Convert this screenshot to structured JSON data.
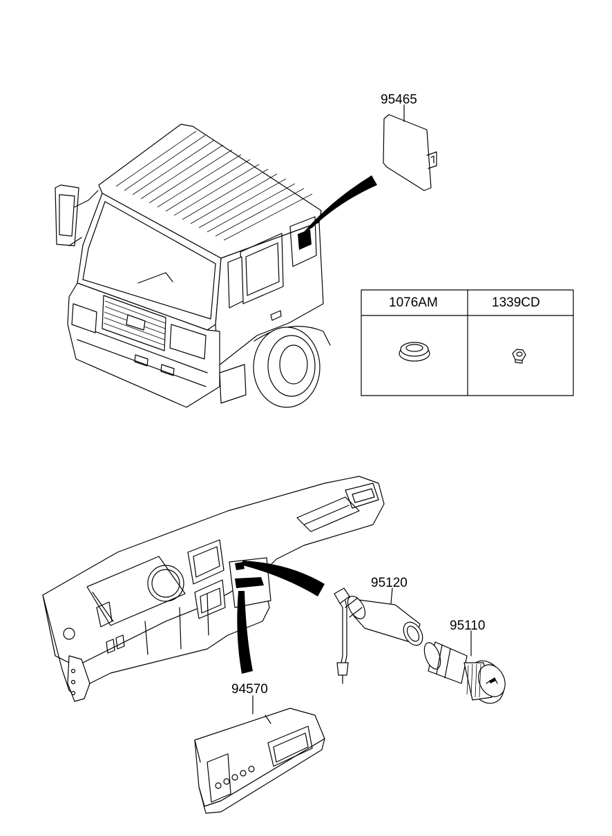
{
  "parts": {
    "p95465": "95465",
    "p95120": "95120",
    "p95110": "95110",
    "p94570": "94570"
  },
  "table": {
    "col1_header": "1076AM",
    "col2_header": "1339CD"
  },
  "icons": {
    "truck": "truck-cab-illustration",
    "dashboard": "dashboard-panel-illustration",
    "cover": "cover-plate-icon",
    "grommet": "grommet-icon",
    "nut": "nut-icon",
    "socket": "cigar-lighter-socket-icon",
    "lighter": "cigar-lighter-plug-icon",
    "switch": "switch-panel-icon"
  },
  "colors": {
    "ink": "#000000",
    "paper": "#ffffff"
  }
}
